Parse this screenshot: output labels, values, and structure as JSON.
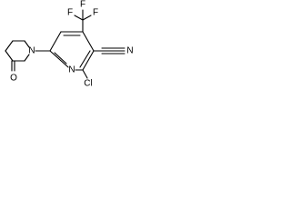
{
  "atoms": {
    "ring_n": "N",
    "pip_n": "N",
    "carbonyl_o": "O",
    "chloro": "Cl",
    "nitrile_n": "N",
    "f_top": "F",
    "f_left": "F",
    "f_right": "F"
  }
}
